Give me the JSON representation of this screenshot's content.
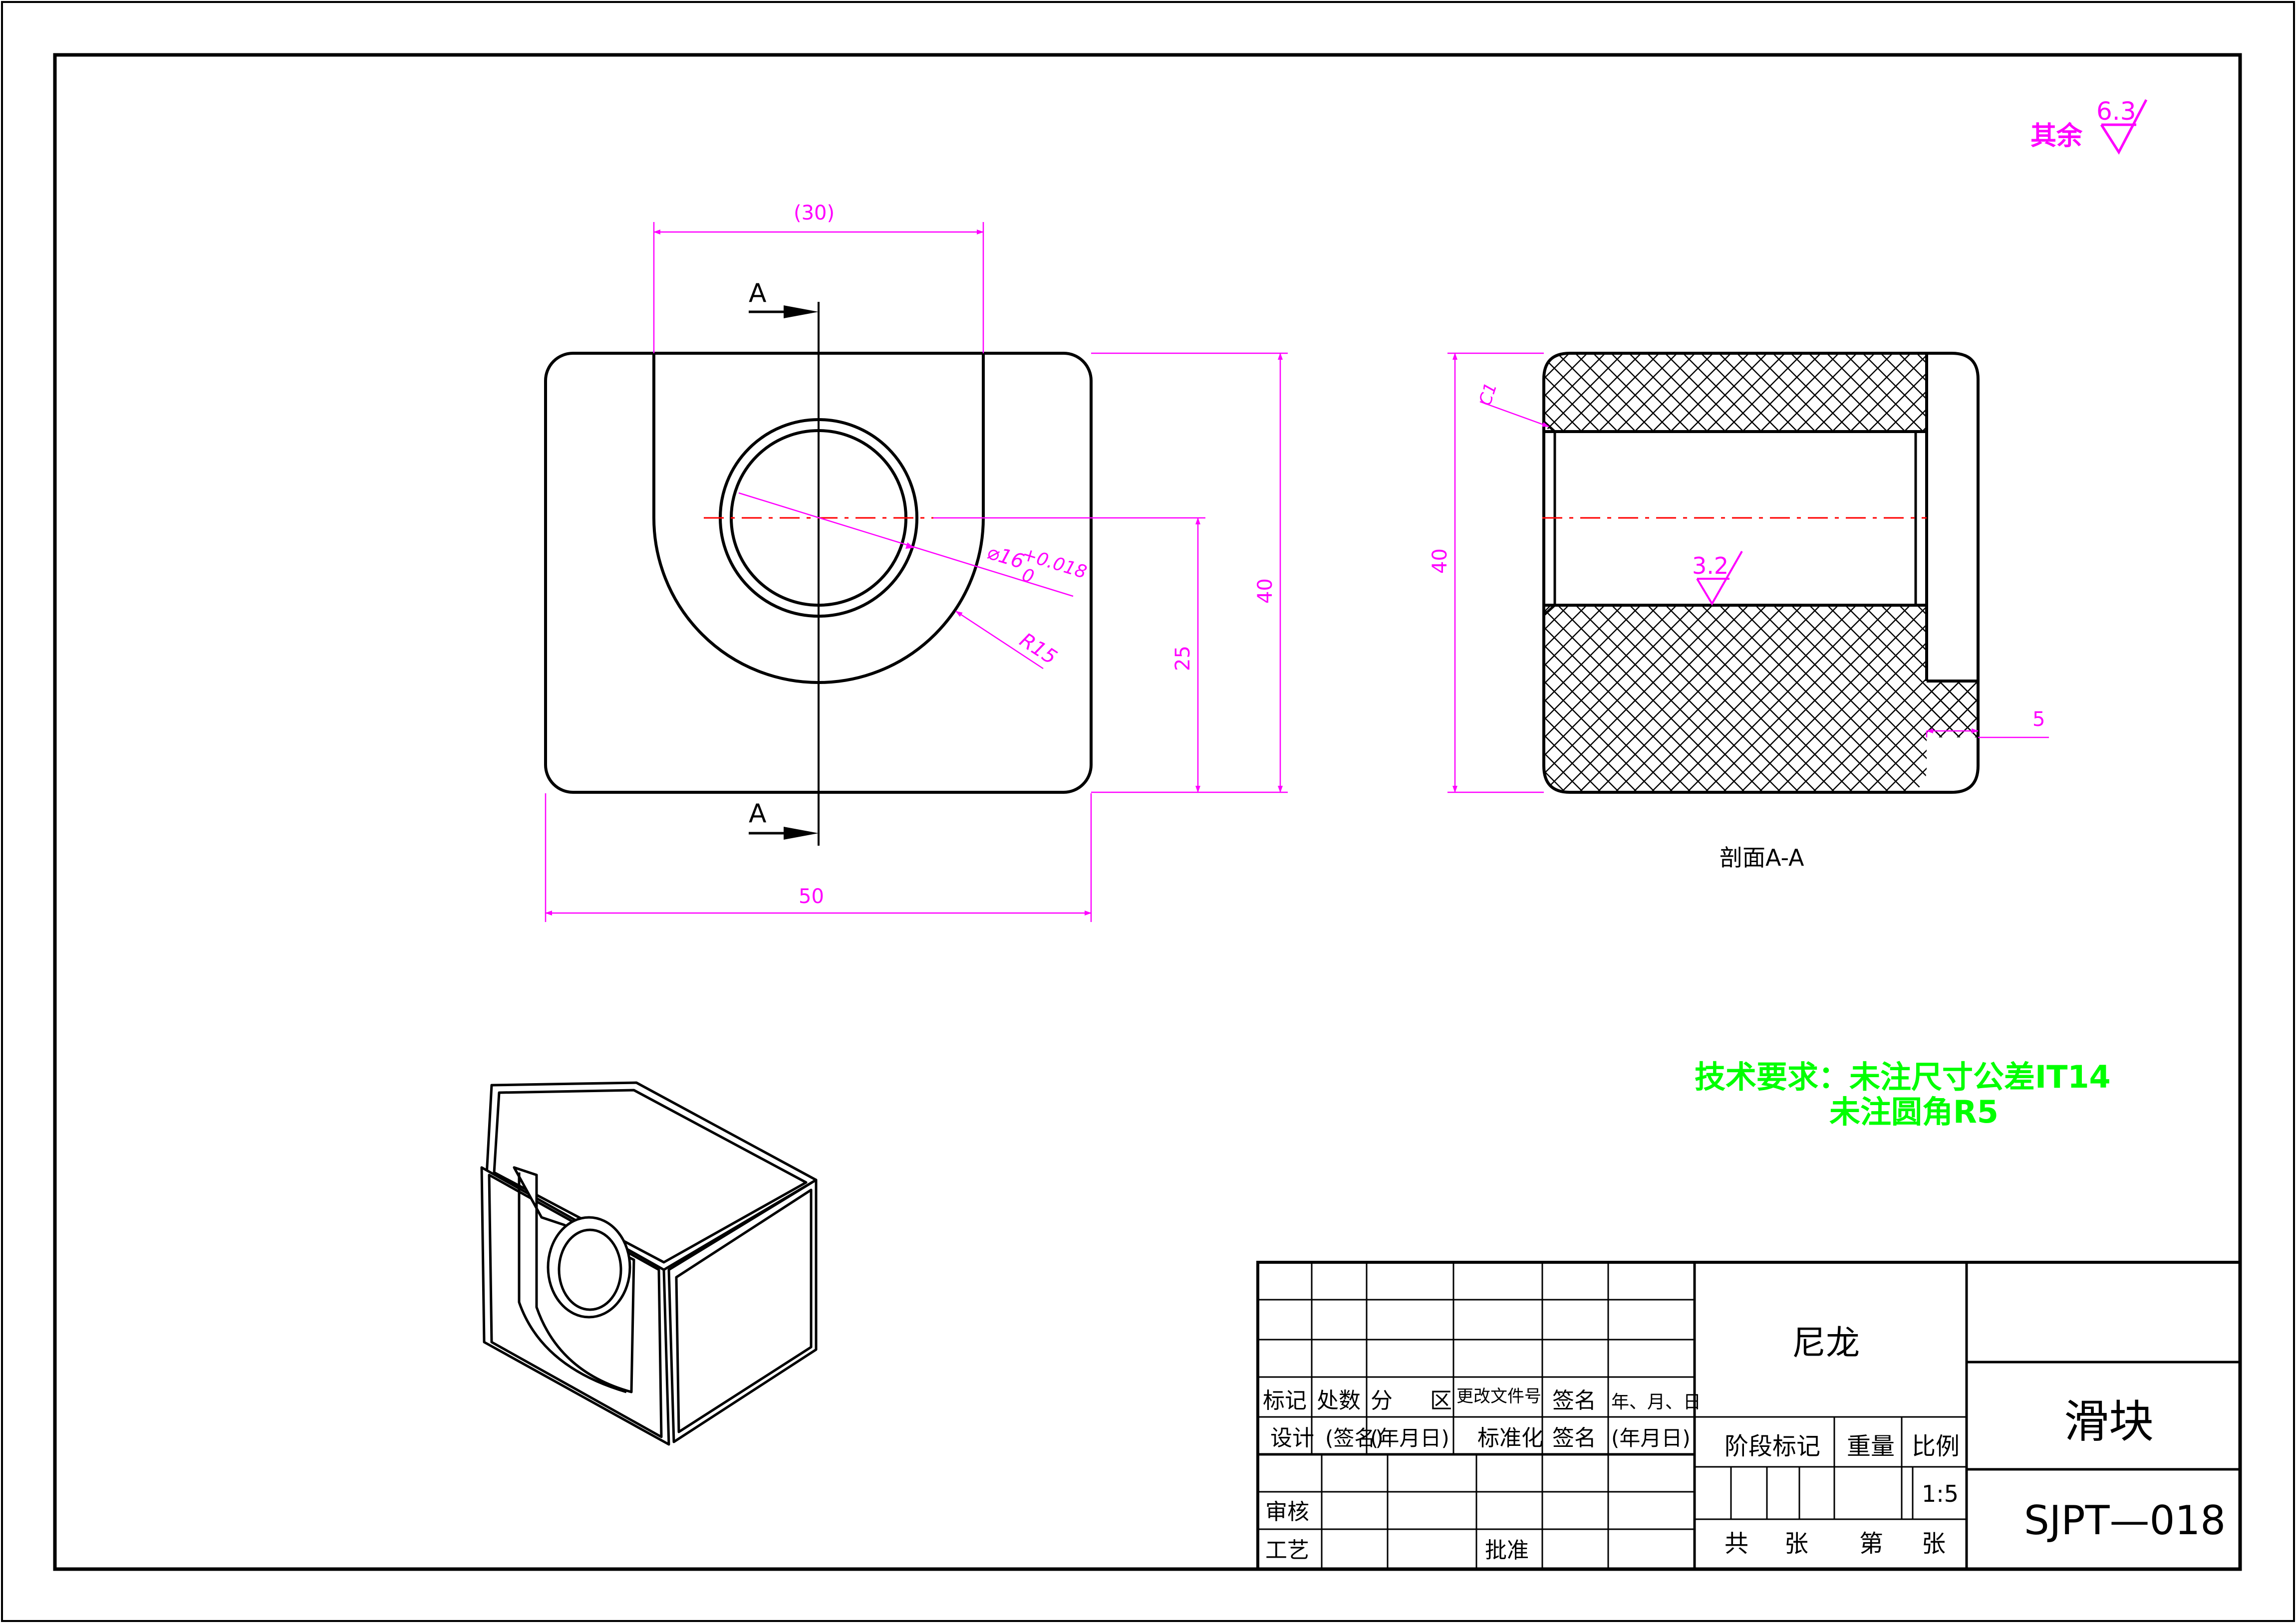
{
  "colors": {
    "outline": "#000000",
    "dimension": "#ff00ff",
    "centerline": "#ff0000",
    "note": "#00ff00",
    "background": "#ffffff"
  },
  "roughness": {
    "other_label": "其余",
    "other_value": "6.3",
    "bore_value": "3.2"
  },
  "front_view": {
    "dim_width_ref": "(30)",
    "section_mark_top": "A",
    "section_mark_bottom": "A",
    "dim_hole": "⌀16",
    "dim_hole_tol_upper": "+0.018",
    "dim_hole_tol_lower": "0",
    "dim_radius": "R15",
    "dim_center_height": "25",
    "dim_height": "40",
    "dim_width": "50"
  },
  "section_view": {
    "dim_chamfer": "C1",
    "dim_height": "40",
    "dim_step": "5",
    "caption": "剖面A-A"
  },
  "tech_requirements": {
    "line1": "技术要求：未注尺寸公差IT14",
    "line2": "未注圆角R5"
  },
  "title_block": {
    "material": "尼龙",
    "part_name": "滑块",
    "drawing_number": "SJPT—018",
    "scale": "1:5",
    "headers": {
      "mark": "标记",
      "count": "处数",
      "zone_a": "分",
      "zone_b": "区",
      "change_doc": "更改文件号",
      "signature": "签名",
      "date": "年、月、日"
    },
    "design_row": {
      "design": "设计",
      "sign": "(签名)",
      "date": "(年月日)",
      "standard": "标准化",
      "signature": "签名",
      "date2": "(年月日)"
    },
    "stage_mark": "阶段标记",
    "weight": "重量",
    "ratio": "比例",
    "review": "审核",
    "process": "工艺",
    "approve": "批准",
    "total": "共",
    "sheets_a": "张",
    "sheet_no": "第",
    "sheets_b": "张"
  }
}
